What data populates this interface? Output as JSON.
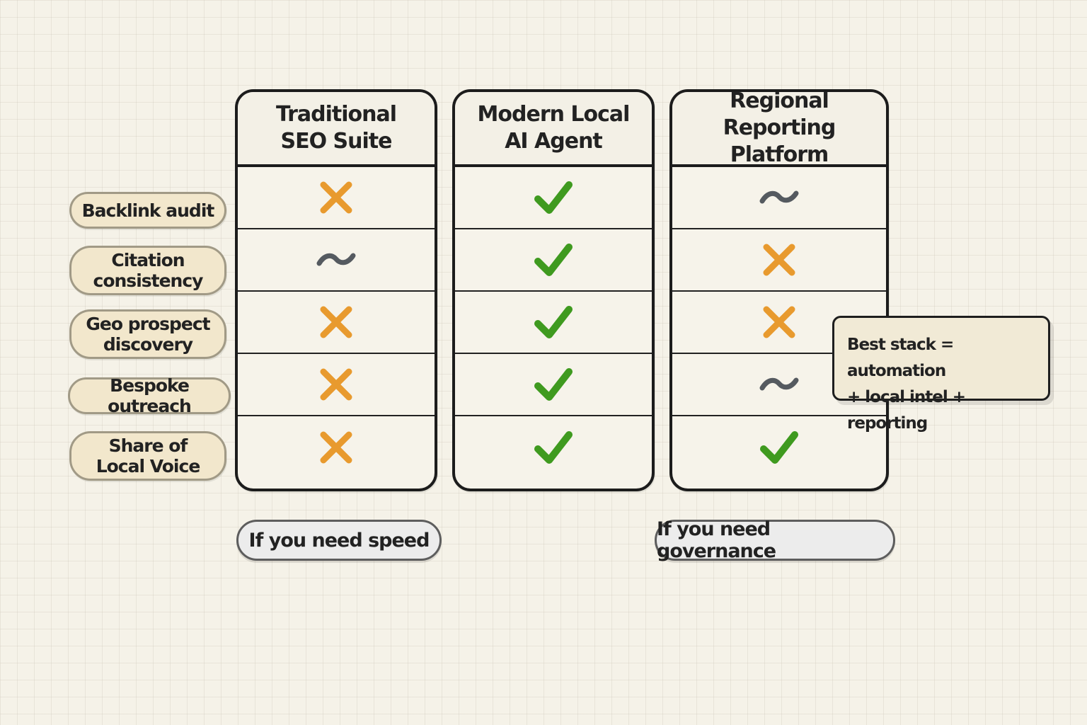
{
  "columns": [
    {
      "title": "Traditional\nSEO Suite",
      "marks": [
        "cross",
        "tilde",
        "cross",
        "cross",
        "cross"
      ]
    },
    {
      "title": "Modern Local\nAI Agent",
      "marks": [
        "check",
        "check",
        "check",
        "check",
        "check"
      ]
    },
    {
      "title": "Regional\nReporting Platform",
      "marks": [
        "tilde",
        "cross",
        "cross",
        "tilde",
        "check"
      ]
    }
  ],
  "rows": [
    {
      "label": "Backlink audit"
    },
    {
      "label": "Citation\nconsistency"
    },
    {
      "label": "Geo prospect\ndiscovery"
    },
    {
      "label": "Bespoke outreach"
    },
    {
      "label": "Share of\nLocal Voice"
    }
  ],
  "callout": {
    "text": "Best stack = automation\n+ local intel + reporting"
  },
  "footer": {
    "speed_label": "If you need speed",
    "governance_label": "If you need governance"
  },
  "mark_icons": {
    "check": "check-icon",
    "cross": "cross-icon",
    "tilde": "tilde-icon"
  },
  "colors": {
    "check": "#3f9a1f",
    "cross": "#e89a2e",
    "tilde": "#555a60",
    "label_fill": "#f2e7cc",
    "callout_fill": "#f1ead6",
    "pill_fill": "#ececec"
  }
}
